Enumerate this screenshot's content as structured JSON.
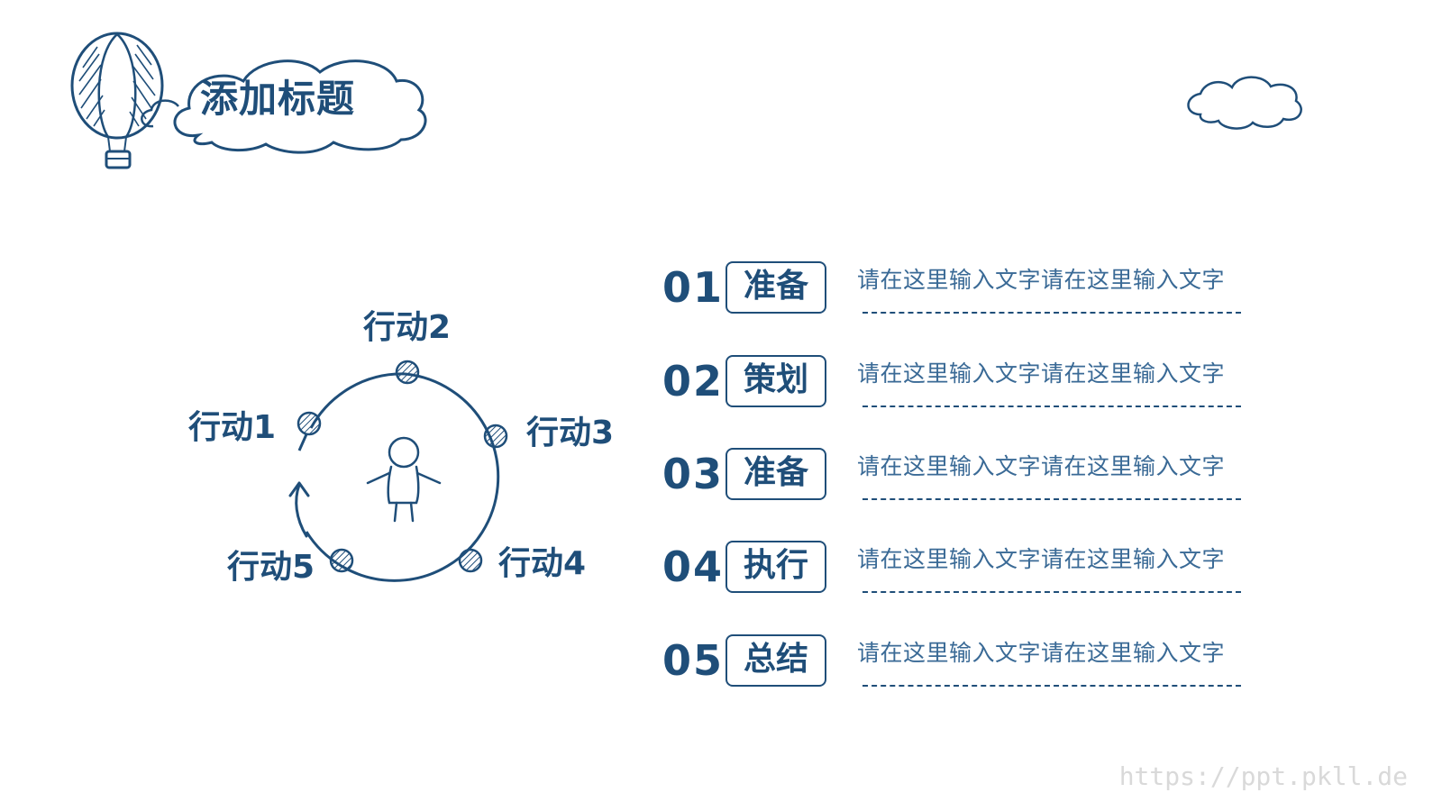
{
  "header": {
    "title": "添加标题"
  },
  "diagram": {
    "actions": [
      {
        "label": "行动1"
      },
      {
        "label": "行动2"
      },
      {
        "label": "行动3"
      },
      {
        "label": "行动4"
      },
      {
        "label": "行动5"
      }
    ]
  },
  "list": {
    "items": [
      {
        "num": "01",
        "tag": "准备",
        "desc": "请在这里输入文字请在这里输入文字"
      },
      {
        "num": "02",
        "tag": "策划",
        "desc": "请在这里输入文字请在这里输入文字"
      },
      {
        "num": "03",
        "tag": "准备",
        "desc": "请在这里输入文字请在这里输入文字"
      },
      {
        "num": "04",
        "tag": "执行",
        "desc": "请在这里输入文字请在这里输入文字"
      },
      {
        "num": "05",
        "tag": "总结",
        "desc": "请在这里输入文字请在这里输入文字"
      }
    ]
  },
  "watermark": "https://ppt.pkll.de",
  "colors": {
    "primary": "#1f4e79",
    "text_secondary": "#3a6a96",
    "watermark": "#d9d9d9",
    "background": "#ffffff"
  }
}
